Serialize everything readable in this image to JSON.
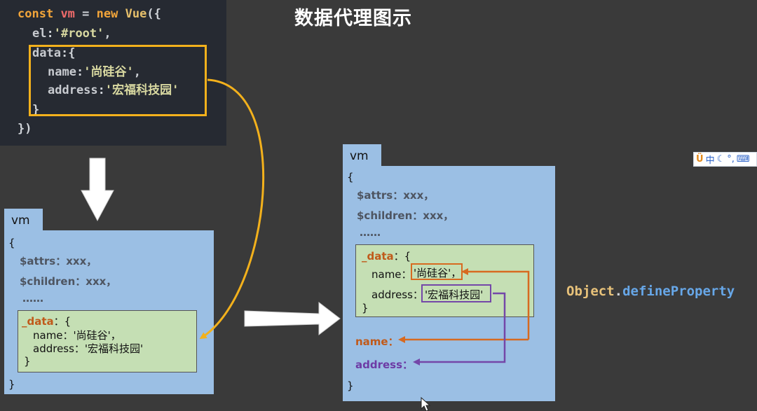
{
  "title": "数据代理图示",
  "code": {
    "line1": {
      "kw1": "const",
      "vname": "vm",
      "eq": " = ",
      "kw2": "new",
      "cls": "Vue",
      "open": "({"
    },
    "line2": {
      "prop": "el",
      "colon": ":",
      "str": "'#root'",
      "comma": ","
    },
    "line3": {
      "prop": "data",
      "rest": ":{"
    },
    "line4": {
      "prop": "name",
      "colon": ":",
      "str": "'尚硅谷'",
      "comma": ","
    },
    "line5": {
      "prop": "address",
      "colon": ":",
      "str": "'宏福科技园'"
    },
    "line6": "}",
    "line7": "})"
  },
  "left_vm": {
    "tab": "vm",
    "open_brace": "{",
    "attrs": "$attrs：xxx，",
    "children": "$children：xxx，",
    "ellipsis": "……",
    "data_key": "_data",
    "data_open": "：{",
    "name_row": "name：'尚硅谷'，",
    "address_row": "address：'宏福科技园'",
    "data_close": "}",
    "close_brace": "}"
  },
  "right_vm": {
    "tab": "vm",
    "open_brace": "{",
    "attrs": "$attrs：xxx，",
    "children": "$children：xxx，",
    "ellipsis": "……",
    "data_key": "_data",
    "data_open": "：{",
    "name_label": "name：",
    "name_value": "'尚硅谷'，",
    "address_label": "address：",
    "address_value": "'宏福科技园'",
    "data_close": "}",
    "proxy_name": "name：",
    "proxy_address": "address：",
    "close_brace": "}"
  },
  "define_property": {
    "obj": "Object",
    "dot": ".",
    "method": "defineProperty"
  },
  "ime": {
    "icon1": "Ü",
    "icon2": "中",
    "icon3": "☾",
    "icon4": "°,",
    "icon5": "⌨"
  },
  "colors": {
    "highlight": "#f3b11c",
    "orange": "#d76a20",
    "purple": "#7447a8",
    "vm_blue": "#9bbfe4",
    "data_green": "#c5dfb4"
  }
}
